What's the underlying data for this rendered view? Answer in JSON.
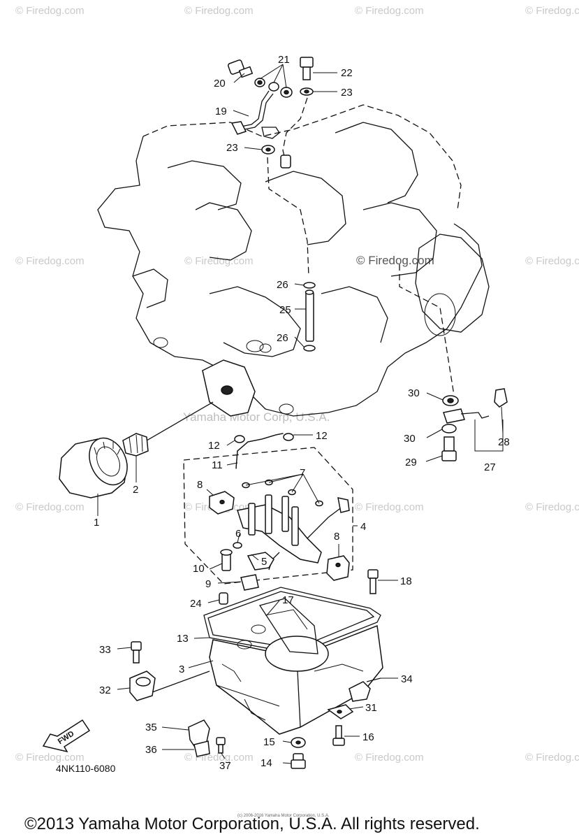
{
  "watermark": "© Firedog.com",
  "center_watermark": "© Firedog.com",
  "yamaha_watermark": "Yamaha Motor Corp, U.S.A.",
  "diagram_code": "4NK110-6080",
  "copyright": "©2013 Yamaha Motor Corporation, U.S.A. All rights reserved.",
  "small_print": "(c) 2006-2016 Yamaha Motor Corporation, U.S.A.",
  "fwd_label": "FWD",
  "callouts": {
    "c1": "1",
    "c2": "2",
    "c3": "3",
    "c4": "4",
    "c5": "5",
    "c6": "6",
    "c7": "7",
    "c8a": "8",
    "c8b": "8",
    "c9": "9",
    "c10": "10",
    "c11": "11",
    "c12a": "12",
    "c12b": "12",
    "c13": "13",
    "c14": "14",
    "c15": "15",
    "c16": "16",
    "c17": "17",
    "c18": "18",
    "c19": "19",
    "c20": "20",
    "c21": "21",
    "c22": "22",
    "c23a": "23",
    "c23b": "23",
    "c24": "24",
    "c25": "25",
    "c26a": "26",
    "c26b": "26",
    "c27": "27",
    "c28": "28",
    "c29": "29",
    "c30a": "30",
    "c30b": "30",
    "c31": "31",
    "c32": "32",
    "c33": "33",
    "c34": "34",
    "c35": "35",
    "c36": "36",
    "c37": "37"
  }
}
